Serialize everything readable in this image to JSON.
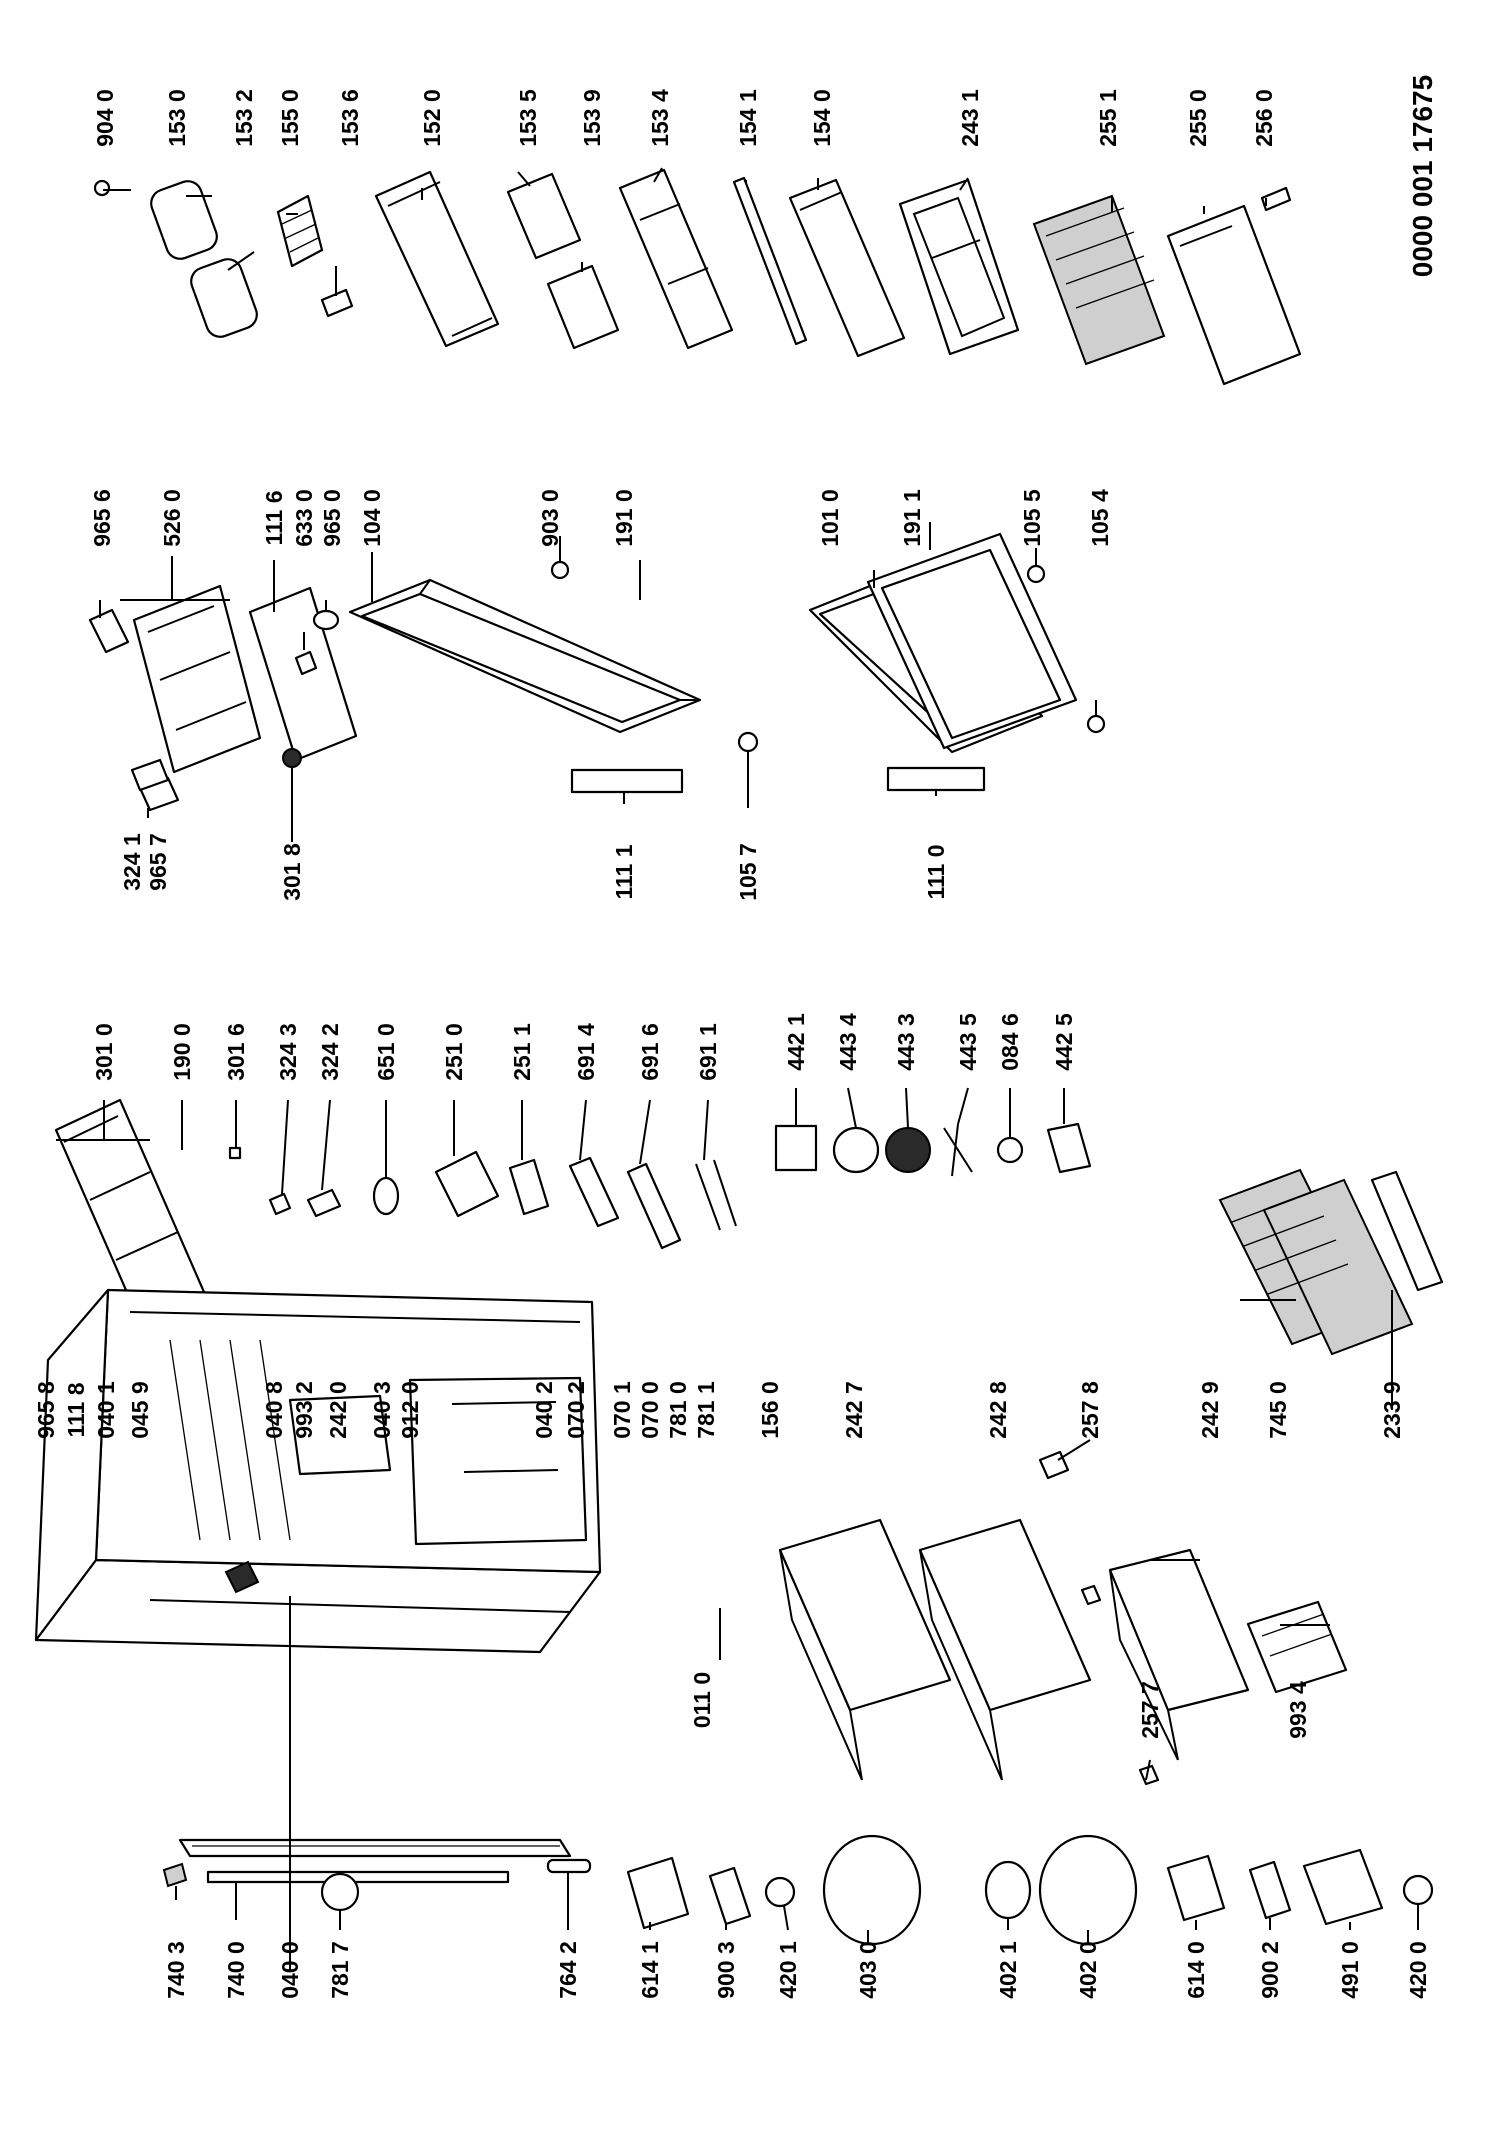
{
  "document_number": "0000 001 17675",
  "part_labels": [
    "904 0",
    "153 0",
    "153 2",
    "155 0",
    "153 6",
    "152 0",
    "153 5",
    "153 9",
    "153 4",
    "154 1",
    "154 0",
    "243 1",
    "255 1",
    "255 0",
    "256 0",
    "965 6",
    "526 0",
    "111 6",
    "633 0",
    "965 0",
    "104 0",
    "903 0",
    "191 0",
    "101 0",
    "191 1",
    "105 5",
    "105 4",
    "324 1",
    "965 7",
    "301 8",
    "111 1",
    "105 7",
    "111 0",
    "301 0",
    "190 0",
    "301 6",
    "324 3",
    "324 2",
    "651 0",
    "251 0",
    "251 1",
    "691 4",
    "691 6",
    "691 1",
    "442 1",
    "443 4",
    "443 3",
    "443 5",
    "084 6",
    "442 5",
    "965 8",
    "111 8",
    "040 1",
    "045 9",
    "040 8",
    "993 2",
    "242 0",
    "040 3",
    "912 0",
    "040 2",
    "070 2",
    "070 1",
    "070 0",
    "781 0",
    "781 1",
    "156 0",
    "242 7",
    "242 8",
    "257 8",
    "242 9",
    "745 0",
    "233 9",
    "993 4",
    "257 7",
    "011 0",
    "740 3",
    "740 0",
    "040 0",
    "781 7",
    "764 2",
    "614 1",
    "900 3",
    "420 1",
    "403 0",
    "402 1",
    "402 0",
    "614 0",
    "900 2",
    "491 0",
    "420 0"
  ]
}
